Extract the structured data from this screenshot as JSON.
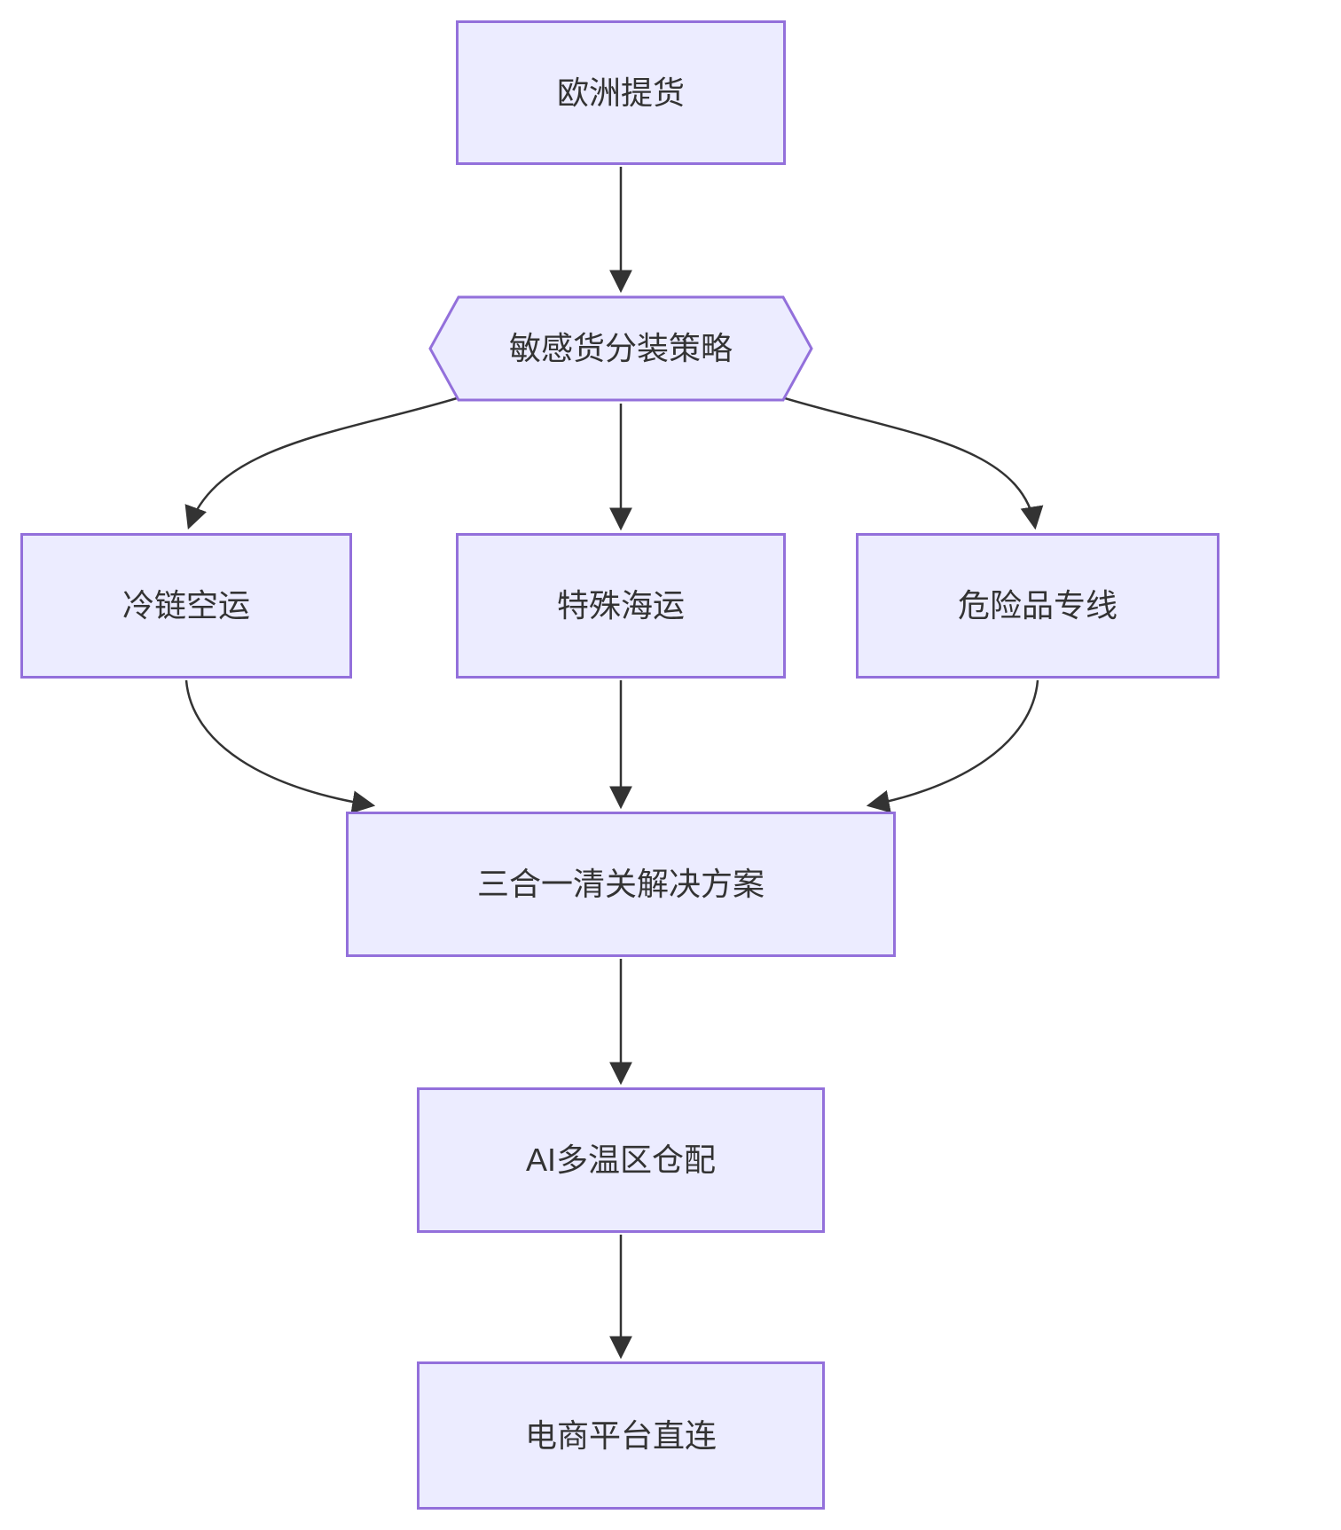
{
  "diagram": {
    "type": "flowchart",
    "direction": "top-down",
    "background": "#FFFFFF",
    "colors": {
      "node_fill": "#ECECFF",
      "node_border": "#9370DB",
      "edge": "#333333",
      "text": "#333333"
    },
    "nodes": [
      {
        "id": "pickup",
        "label": "欧洲提货",
        "shape": "rectangle"
      },
      {
        "id": "strategy",
        "label": "敏感货分装策略",
        "shape": "hexagon"
      },
      {
        "id": "cold",
        "label": "冷链空运",
        "shape": "rectangle"
      },
      {
        "id": "sea",
        "label": "特殊海运",
        "shape": "rectangle"
      },
      {
        "id": "danger",
        "label": "危险品专线",
        "shape": "rectangle"
      },
      {
        "id": "customs",
        "label": "三合一清关解决方案",
        "shape": "rectangle"
      },
      {
        "id": "warehouse",
        "label": "AI多温区仓配",
        "shape": "rectangle"
      },
      {
        "id": "ecommerce",
        "label": "电商平台直连",
        "shape": "rectangle"
      }
    ],
    "edges": [
      {
        "from": "欧洲提货",
        "to": "敏感货分装策略"
      },
      {
        "from": "敏感货分装策略",
        "to": "冷链空运"
      },
      {
        "from": "敏感货分装策略",
        "to": "特殊海运"
      },
      {
        "from": "敏感货分装策略",
        "to": "危险品专线"
      },
      {
        "from": "冷链空运",
        "to": "三合一清关解决方案"
      },
      {
        "from": "特殊海运",
        "to": "三合一清关解决方案"
      },
      {
        "from": "危险品专线",
        "to": "三合一清关解决方案"
      },
      {
        "from": "三合一清关解决方案",
        "to": "AI多温区仓配"
      },
      {
        "from": "AI多温区仓配",
        "to": "电商平台直连"
      }
    ]
  }
}
